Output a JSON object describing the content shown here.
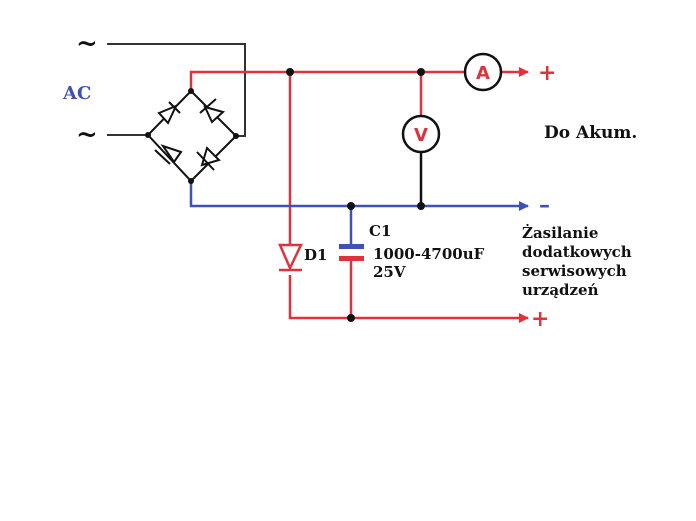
{
  "ac_label": "AC",
  "tilde_symbol": "~",
  "ammeter_label": "A",
  "voltmeter_label": "V",
  "plus_symbol": "+",
  "minus_symbol": "–",
  "akum_label": "Do Akum.",
  "d1_label": "D1",
  "c1_label": "C1",
  "c1_capacitance": "1000-4700uF",
  "c1_voltage": "25V",
  "service_label_lines": [
    "Żasilanie",
    "dodatkowych",
    "serwisowych",
    "urządzeń"
  ],
  "colors": {
    "positive_wire": "#e0323c",
    "negative_wire": "#3f51b5",
    "ac_wire": "#333333",
    "ac_label": "#3f51b5",
    "meter_text": "#e0323c",
    "ink": "#111111"
  }
}
